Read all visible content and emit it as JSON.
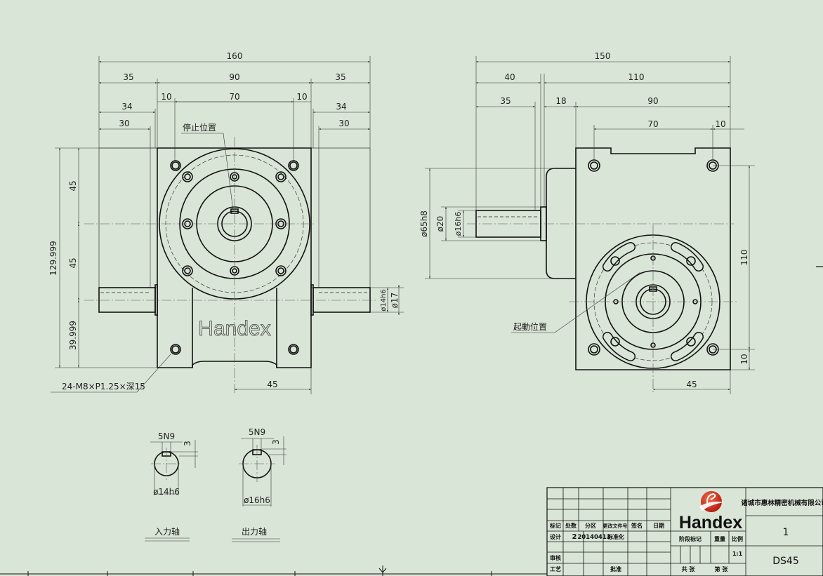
{
  "drawing": {
    "front_view": {
      "dims_top": {
        "overall": "160",
        "left": "35",
        "middle": "90",
        "right": "35",
        "left_gap": "10",
        "bore_span": "70",
        "right_gap": "10",
        "left_34": "34",
        "right_34": "34",
        "left_30": "30",
        "right_30": "30"
      },
      "dims_left": {
        "height": "129.999",
        "upper": "45",
        "lower": "45",
        "base": "39.999"
      },
      "dims_right": {
        "shaft_dia": "ø14h6",
        "shoulder_dia": "ø17"
      },
      "dim_bottom": "45",
      "stop_position_label": "停止位置",
      "thread_note": "24-M8×P1.25×深15",
      "embossed_logo": "Handex"
    },
    "side_view": {
      "dims_top": {
        "overall": "150",
        "shaft_40": "40",
        "body_110": "110",
        "shaft_35": "35",
        "flange_18": "18",
        "body_90": "90",
        "holes_70": "70",
        "edge_10": "10"
      },
      "dims_left": {
        "pilot": "ø65h8",
        "shoulder": "ø20",
        "shaft": "ø16h6"
      },
      "dims_right": {
        "holes_110": "110",
        "edge_10": "10"
      },
      "dim_bottom": "45",
      "start_position_label": "起動位置"
    },
    "keyway_details": [
      {
        "width": "5N9",
        "depth": "3",
        "diameter": "ø14h6",
        "caption": "入力轴"
      },
      {
        "width": "5N9",
        "depth": "3",
        "diameter": "ø16h6",
        "caption": "出力轴"
      }
    ]
  },
  "title_block": {
    "headers": [
      "标记",
      "处数",
      "分区",
      "更改文件号",
      "签名",
      "日期"
    ],
    "design_label": "设计",
    "design_count": "2",
    "design_date": "20140413",
    "standardize_label": "标准化",
    "review_label": "审核",
    "process_label": "工艺",
    "approve_label": "批准",
    "stage_label": "阶段标记",
    "weight_label": "重量",
    "scale_label": "比例",
    "scale_value": "1:1",
    "sheets_total": "共 张",
    "sheet_no": "第 张",
    "logo_text": "Handex",
    "company": "诸城市惠林精密机械有限公司",
    "quantity": "1",
    "model": "DS45"
  },
  "colors": {
    "background": "#d9e5d6",
    "logo_red": "#d8321f"
  }
}
